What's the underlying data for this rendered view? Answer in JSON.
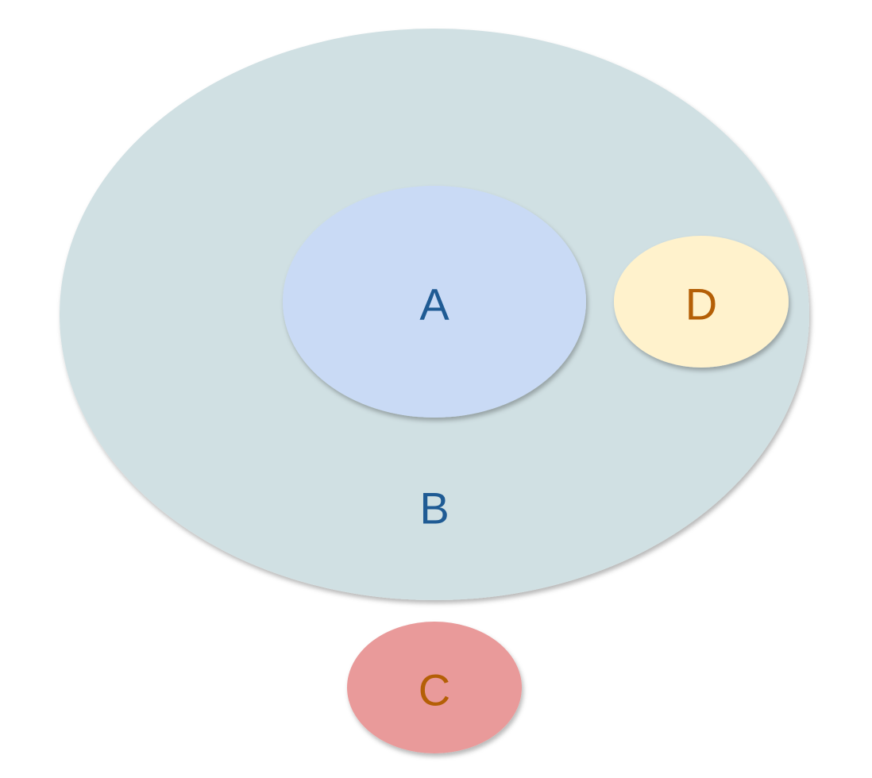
{
  "diagram": {
    "sets": [
      {
        "id": "B",
        "label": "B",
        "fill": "#d0e0e3",
        "label_color": "#1f5b94"
      },
      {
        "id": "A",
        "label": "A",
        "fill": "#c9daf5",
        "label_color": "#1f5b94"
      },
      {
        "id": "D",
        "label": "D",
        "fill": "#fff2cc",
        "label_color": "#b45f06"
      },
      {
        "id": "C",
        "label": "C",
        "fill": "#e99a9a",
        "label_color": "#b45f06"
      }
    ]
  }
}
